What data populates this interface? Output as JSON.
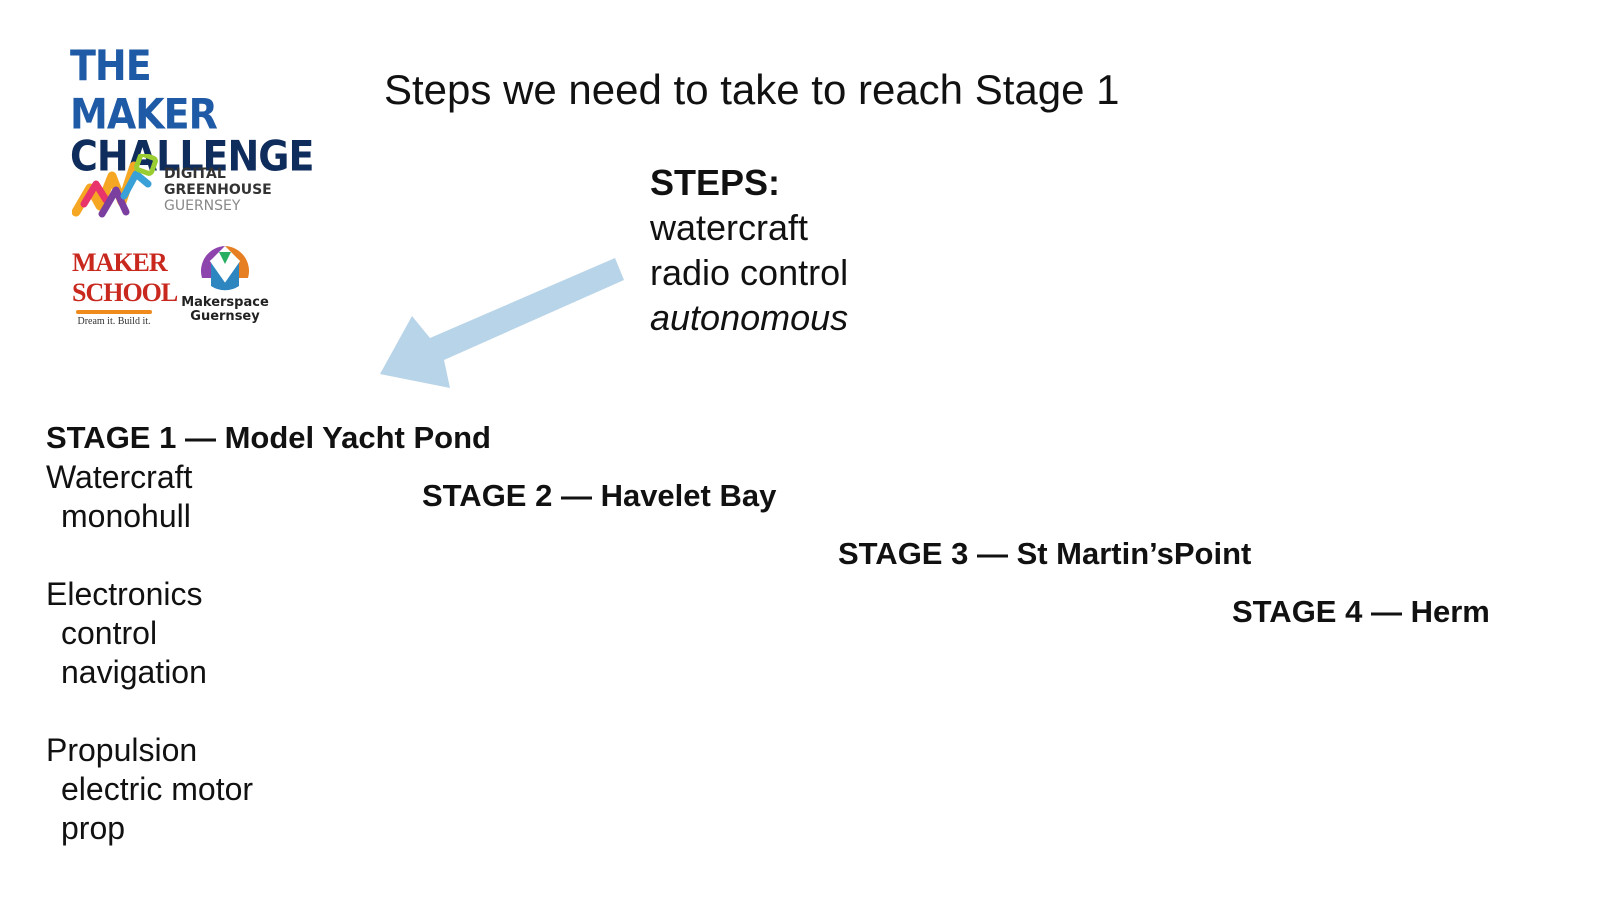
{
  "logos": {
    "maker_challenge": {
      "line1": "THE MAKER",
      "line2": "CHALLENGE"
    },
    "digital_greenhouse": {
      "line1": "DIGITAL",
      "line2": "GREENHOUSE",
      "line3": "GUERNSEY"
    },
    "maker_school": {
      "line1": "MAKER",
      "line2": "SCHOOL",
      "tagline": "Dream it. Build it."
    },
    "makerspace": {
      "line1": "Makerspace",
      "line2": "Guernsey"
    }
  },
  "title": "Steps we need to take to reach Stage 1",
  "steps": {
    "heading": "STEPS:",
    "items": [
      "watercraft",
      "radio control",
      "autonomous"
    ]
  },
  "stages": [
    {
      "label": "STAGE 1  —  Model Yacht Pond"
    },
    {
      "label": "STAGE 2  —  Havelet Bay"
    },
    {
      "label": "STAGE 3  —  St Martin’sPoint"
    },
    {
      "label": "STAGE 4  —  Herm"
    }
  ],
  "stage1_requirements": [
    {
      "category": "Watercraft",
      "items": [
        "monohull"
      ]
    },
    {
      "category": "Electronics",
      "items": [
        "control",
        "navigation"
      ]
    },
    {
      "category": "Propulsion",
      "items": [
        "electric motor",
        "prop"
      ]
    }
  ],
  "colors": {
    "arrow": "#b8d4e8",
    "maker_challenge_blue": "#1f5aa6",
    "maker_challenge_navy": "#0f2d5c",
    "maker_school_red": "#c8281e"
  }
}
